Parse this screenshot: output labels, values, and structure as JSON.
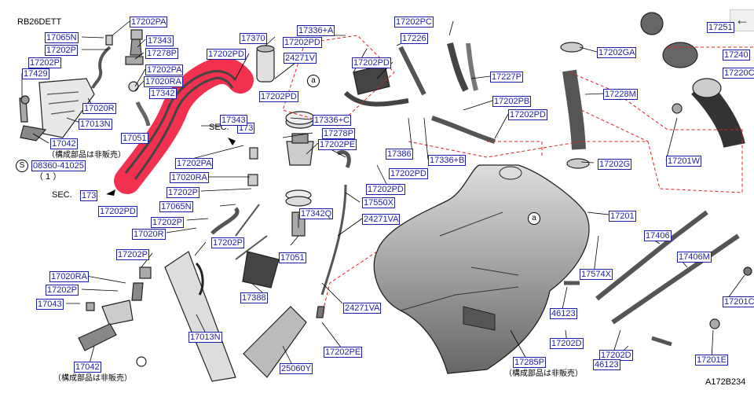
{
  "model": "RB26DETT",
  "diagram_id": "A172B234",
  "note_text": "（構成部品は非販売）",
  "sec_prefix": "SEC.",
  "sec_number": "173",
  "ref_a": "a",
  "ref_s": "S",
  "bolt_part": "08360-41025",
  "bolt_qty": "（ 1 ）",
  "back_icon": "←",
  "colors": {
    "label": "#1d1da8",
    "leader": "#e02020",
    "highlight": "#f02040"
  },
  "labels": [
    {
      "id": "l1",
      "text": "17202PA"
    },
    {
      "id": "l2",
      "text": "17065N"
    },
    {
      "id": "l3",
      "text": "17343"
    },
    {
      "id": "l4",
      "text": "17202P"
    },
    {
      "id": "l5",
      "text": "17278P"
    },
    {
      "id": "l6",
      "text": "17202P"
    },
    {
      "id": "l7",
      "text": "17429"
    },
    {
      "id": "l8",
      "text": "17202PA"
    },
    {
      "id": "l9",
      "text": "17020RA"
    },
    {
      "id": "l10",
      "text": "17342"
    },
    {
      "id": "l11",
      "text": "17020R"
    },
    {
      "id": "l12",
      "text": "17013N"
    },
    {
      "id": "l13",
      "text": "17042"
    },
    {
      "id": "l14",
      "text": "17051"
    },
    {
      "id": "l15",
      "text": "17370"
    },
    {
      "id": "l16",
      "text": "17202PD"
    },
    {
      "id": "l17",
      "text": "17336+A"
    },
    {
      "id": "l18",
      "text": "17202PD"
    },
    {
      "id": "l19",
      "text": "24271V"
    },
    {
      "id": "l20",
      "text": "17202PD"
    },
    {
      "id": "l21",
      "text": "17202PC"
    },
    {
      "id": "l22",
      "text": "17226"
    },
    {
      "id": "l23",
      "text": "17202PD"
    },
    {
      "id": "l24",
      "text": "17227P"
    },
    {
      "id": "l25",
      "text": "17202GA"
    },
    {
      "id": "l26",
      "text": "17228M"
    },
    {
      "id": "l27",
      "text": "17251"
    },
    {
      "id": "l28",
      "text": "17240"
    },
    {
      "id": "l29",
      "text": "17220C"
    },
    {
      "id": "l30",
      "text": "17202PB"
    },
    {
      "id": "l31",
      "text": "17202PD"
    },
    {
      "id": "l32",
      "text": "17336+C"
    },
    {
      "id": "l33",
      "text": "17343"
    },
    {
      "id": "l34",
      "text": "17278P"
    },
    {
      "id": "l35",
      "text": "17202PE"
    },
    {
      "id": "l36",
      "text": "17386"
    },
    {
      "id": "l37",
      "text": "17336+B"
    },
    {
      "id": "l38",
      "text": "17202PD"
    },
    {
      "id": "l39",
      "text": "17202G"
    },
    {
      "id": "l40",
      "text": "17201W"
    },
    {
      "id": "l41",
      "text": "17202PA"
    },
    {
      "id": "l42",
      "text": "17020RA"
    },
    {
      "id": "l43",
      "text": "17202P"
    },
    {
      "id": "l44",
      "text": "17065N"
    },
    {
      "id": "l45",
      "text": "17202PD"
    },
    {
      "id": "l46",
      "text": "17342Q"
    },
    {
      "id": "l47",
      "text": "17550X"
    },
    {
      "id": "l48",
      "text": "17202PD"
    },
    {
      "id": "l49",
      "text": "17201"
    },
    {
      "id": "l50",
      "text": "17202P"
    },
    {
      "id": "l51",
      "text": "17020R"
    },
    {
      "id": "l52",
      "text": "24271VA"
    },
    {
      "id": "l53",
      "text": "17406"
    },
    {
      "id": "l54",
      "text": "17406M"
    },
    {
      "id": "l55",
      "text": "17202P"
    },
    {
      "id": "l56",
      "text": "17202P"
    },
    {
      "id": "l57",
      "text": "17051"
    },
    {
      "id": "l58",
      "text": "17574X"
    },
    {
      "id": "l59",
      "text": "17020RA"
    },
    {
      "id": "l60",
      "text": "17202P"
    },
    {
      "id": "l61",
      "text": "17388"
    },
    {
      "id": "l62",
      "text": "17043"
    },
    {
      "id": "l63",
      "text": "24271VA"
    },
    {
      "id": "l64",
      "text": "46123"
    },
    {
      "id": "l65",
      "text": "17201C"
    },
    {
      "id": "l66",
      "text": "17013N"
    },
    {
      "id": "l67",
      "text": "17202PE"
    },
    {
      "id": "l68",
      "text": "17202D"
    },
    {
      "id": "l69",
      "text": "17202D"
    },
    {
      "id": "l70",
      "text": "17285P"
    },
    {
      "id": "l71",
      "text": "46123"
    },
    {
      "id": "l72",
      "text": "17201E"
    },
    {
      "id": "l73",
      "text": "17042"
    },
    {
      "id": "l74",
      "text": "25060Y"
    }
  ]
}
